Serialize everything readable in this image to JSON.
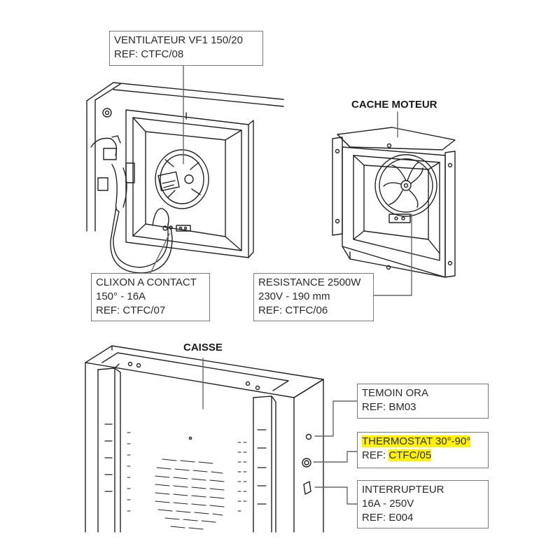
{
  "colors": {
    "highlight": "#fff200",
    "line": "#222222",
    "callout_border": "#777777"
  },
  "headings": {
    "cache_moteur": "CACHE MOTEUR",
    "caisse": "CAISSE"
  },
  "callouts": {
    "ventilateur": {
      "line1": "VENTILATEUR VF1 150/20",
      "line2": "REF: CTFC/08"
    },
    "clixon": {
      "line1": "CLIXON A CONTACT",
      "line2": "150° - 16A",
      "line3": "REF: CTFC/07"
    },
    "resistance": {
      "line1": "RESISTANCE 2500W",
      "line2": "230V - 190 mm",
      "line3": "REF: CTFC/06"
    },
    "temoin": {
      "line1": "TEMOIN ORA",
      "line2": "REF: BM03"
    },
    "thermostat": {
      "line1": "THERMOSTAT 30°-90°",
      "line2_prefix": "REF: ",
      "line2_ref": "CTFC/05"
    },
    "interrupteur": {
      "line1": "INTERRUPTEUR",
      "line2": "16A - 250V",
      "line3": "REF: E004"
    }
  }
}
